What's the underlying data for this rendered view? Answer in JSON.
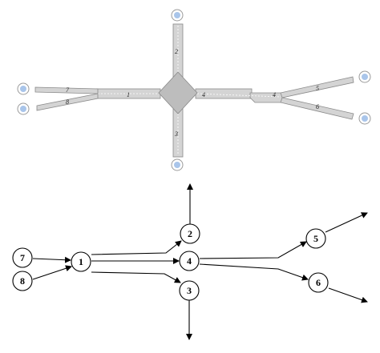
{
  "network_labels": {
    "link_1": "1",
    "link_2": "2",
    "link_3": "3",
    "link_4a": "4",
    "link_4b": "4",
    "link_5": "5",
    "link_6": "6",
    "link_7": "7",
    "link_8": "8"
  },
  "graph_nodes": {
    "n1": "1",
    "n2": "2",
    "n3": "3",
    "n4": "4",
    "n5": "5",
    "n6": "6",
    "n7": "7",
    "n8": "8"
  }
}
